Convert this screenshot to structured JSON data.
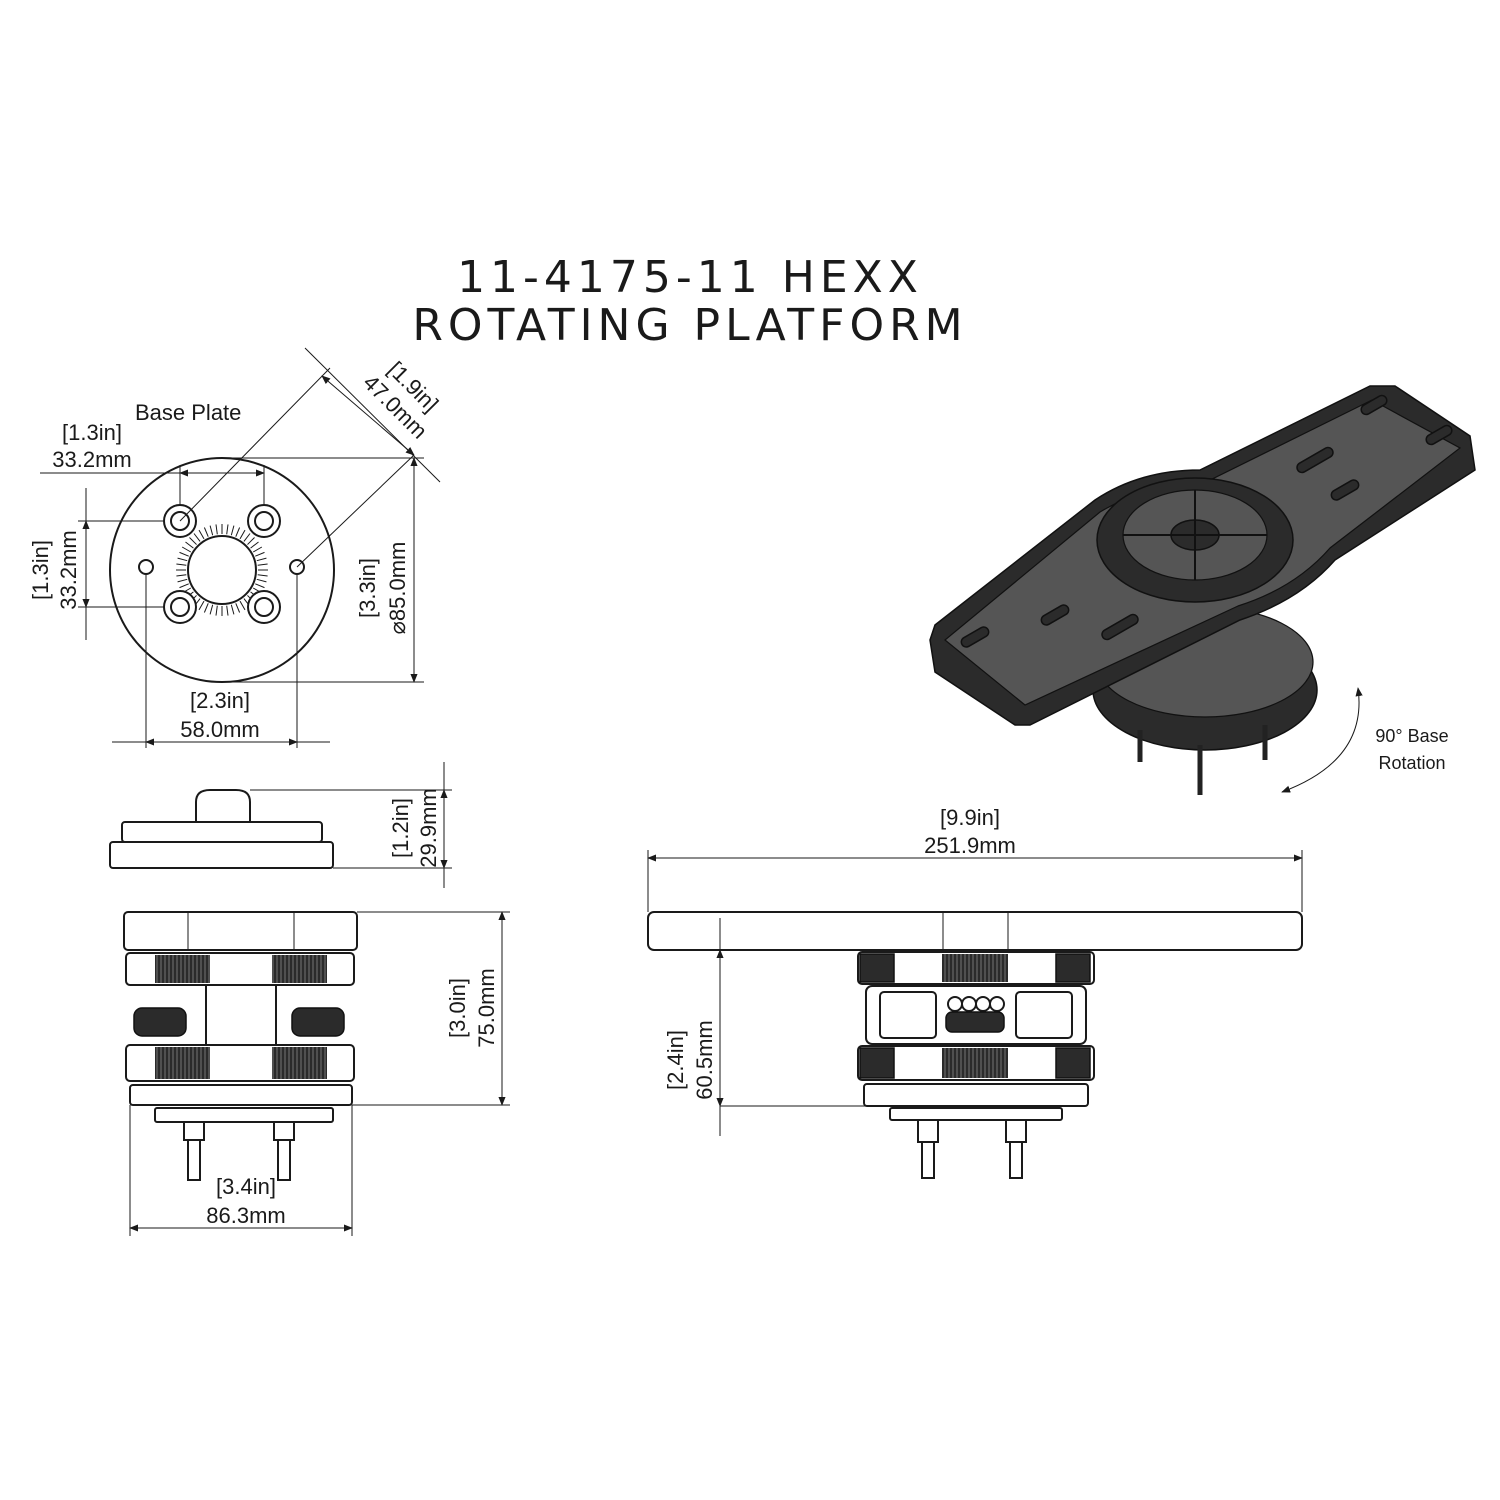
{
  "title": {
    "line1": "11-4175-11 HEXX",
    "line2": "ROTATING PLATFORM"
  },
  "base_plate": {
    "label": "Base Plate",
    "hole_spacing_h_in": "1.3in",
    "hole_spacing_h_mm": "33.2mm",
    "hole_spacing_v_in": "1.3in",
    "hole_spacing_v_mm": "33.2mm",
    "diagonal_in": "1.9in",
    "diagonal_mm": "47.0mm",
    "diameter_in": "3.3in",
    "diameter_mm": "⌀85.0mm",
    "outer_holes_in": "2.3in",
    "outer_holes_mm": "58.0mm"
  },
  "base_side": {
    "height_in": "1.2in",
    "height_mm": "29.9mm"
  },
  "front_view": {
    "height_in": "3.0in",
    "height_mm": "75.0mm",
    "width_in": "3.4in",
    "width_mm": "86.3mm"
  },
  "side_view": {
    "length_in": "9.9in",
    "length_mm": "251.9mm",
    "height_in": "2.4in",
    "height_mm": "60.5mm"
  },
  "rotation_note": {
    "line1": "90° Base",
    "line2": "Rotation"
  },
  "colors": {
    "ink": "#1a1a1a",
    "part_dark": "#2b2b2b",
    "background": "#ffffff"
  }
}
